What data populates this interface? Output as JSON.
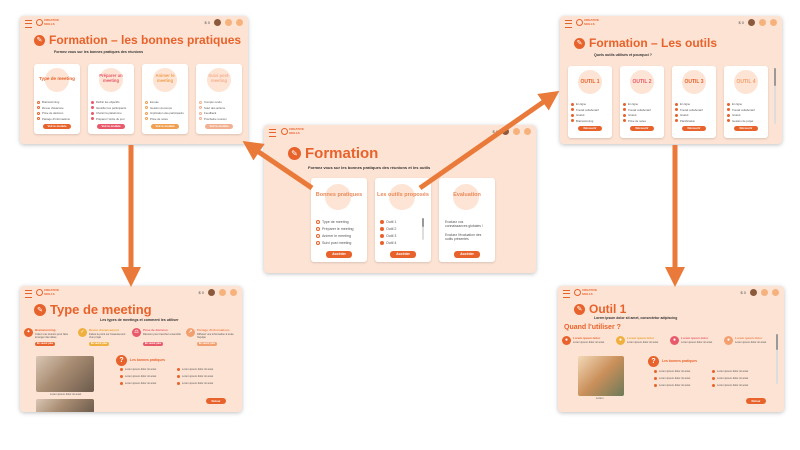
{
  "common": {
    "brand_line1": "CREATIVE",
    "brand_line2": "SKILLS",
    "cart": "$ 0",
    "accent": "#e8622b"
  },
  "center": {
    "title": "Formation",
    "subtitle": "Formez vous sur les bonnes pratiques des réunions et les outils",
    "cards": [
      {
        "title": "Bonnes pratiques",
        "items": [
          "Type de meeting",
          "Préparer le meeting",
          "Animer le meeting",
          "Suivi post meeting"
        ],
        "button": "Accéder"
      },
      {
        "title": "Les outils proposés",
        "items": [
          "Outil 1",
          "Outil 2",
          "Outil 3",
          "Outil 4"
        ],
        "button": "Accéder"
      },
      {
        "title": "Evaluation",
        "items": [
          "Evaluez vos connaissances globales !",
          "Evaluez l'évaluation des outils présentés"
        ],
        "button": "Accéder"
      }
    ]
  },
  "tl": {
    "title": "Formation – les bonnes pratiques",
    "subtitle": "Formez vous sur les bonnes pratiques des réunions",
    "cards": [
      {
        "title": "Type de meeting",
        "items": [
          "Brainstorming",
          "Revue d'avancée",
          "Prise de décision",
          "Partage d'informations"
        ],
        "button": "Voir le module"
      },
      {
        "title": "Préparer un meeting",
        "items": [
          "Définir les objectifs",
          "Identifier les participants",
          "Choisir la plateforme",
          "Préparer l'ordre du jour"
        ],
        "button": "Voir le module"
      },
      {
        "title": "Animer le meeting",
        "items": [
          "Ecoute",
          "Gestion du temps",
          "Implication des participants",
          "Prise de notes"
        ],
        "button": "Voir le module"
      },
      {
        "title": "Suivi post-meeting",
        "items": [
          "Compte rendu",
          "Suivi des actions",
          "Feedback",
          "Prochaine réunion"
        ],
        "button": "Voir le module"
      }
    ]
  },
  "tr": {
    "title": "Formation – Les outils",
    "subtitle": "Quels outils utilisés et pourquoi ?",
    "cards": [
      {
        "title": "OUTIL 1",
        "items": [
          "En ligne",
          "Travail collaboratif",
          "Gratuit",
          "Brainstorming"
        ],
        "button": "Découvrir"
      },
      {
        "title": "OUTIL 2",
        "items": [
          "En ligne",
          "Travail collaboratif",
          "Gratuit",
          "Prise de notes"
        ],
        "button": "Découvrir"
      },
      {
        "title": "OUTIL 3",
        "items": [
          "En ligne",
          "Travail collaboratif",
          "Gratuit",
          "Planification"
        ],
        "button": "Découvrir"
      },
      {
        "title": "OUTIL 4",
        "items": [
          "En ligne",
          "Travail collaboratif",
          "Gratuit",
          "Gestion de projet"
        ],
        "button": "Découvrir"
      }
    ]
  },
  "bl": {
    "title": "Type de meeting",
    "subtitle": "Les types de meetings et comment les utiliser",
    "types": [
      {
        "title": "Brainstorming",
        "text": "Créez une réunion pour faire émerger des idées",
        "button": "En savoir plus"
      },
      {
        "title": "Revue d'avancement",
        "text": "Faites le point sur l'avancement d'un projet",
        "button": "En savoir plus"
      },
      {
        "title": "Prise de décision",
        "text": "Réunion pour trancher ensemble",
        "button": "En savoir plus"
      },
      {
        "title": "Partage d'informations",
        "text": "Diffusez une information à toute l'équipe",
        "button": "En savoir plus"
      }
    ],
    "tips_title": "Les bonnes pratiques",
    "tips": [
      "Lorem ipsum dolor sit amet",
      "Lorem ipsum dolor sit amet",
      "Lorem ipsum dolor sit amet",
      "Lorem ipsum dolor sit amet",
      "Lorem ipsum dolor sit amet",
      "Lorem ipsum dolor sit amet"
    ],
    "photo_caption": "Lorem ipsum dolor sit amet",
    "button": "Retour"
  },
  "br": {
    "title": "Outil 1",
    "subtitle": "Lorem ipsum dolor sit amet, consectetur adipiscing",
    "section": "Quand l'utiliser ?",
    "uses": [
      {
        "title": "Lorem ipsum dolor",
        "text": "Lorem ipsum dolor sit amet"
      },
      {
        "title": "Lorem ipsum dolor",
        "text": "Lorem ipsum dolor sit amet"
      },
      {
        "title": "Lorem ipsum dolor",
        "text": "Lorem ipsum dolor sit amet"
      },
      {
        "title": "Lorem ipsum dolor",
        "text": "Lorem ipsum dolor sit amet"
      }
    ],
    "tips_title": "Les bonnes pratiques",
    "tips": [
      "Lorem ipsum dolor sit amet",
      "Lorem ipsum dolor sit amet",
      "Lorem ipsum dolor sit amet",
      "Lorem ipsum dolor sit amet",
      "Lorem ipsum dolor sit amet",
      "Lorem ipsum dolor sit amet"
    ],
    "photo_caption": "Lorem",
    "button": "Retour"
  }
}
